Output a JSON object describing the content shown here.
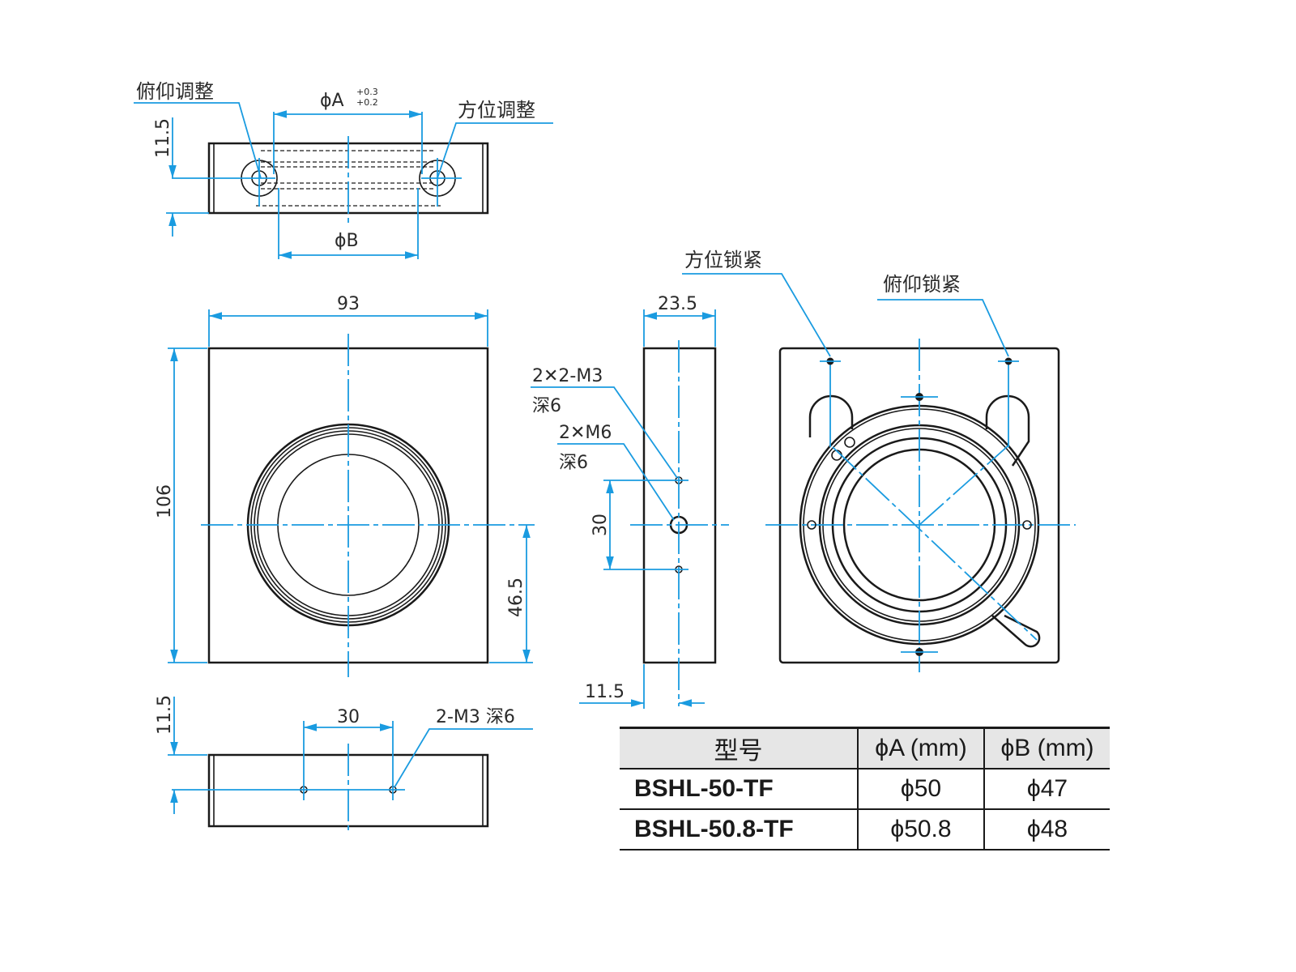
{
  "labels": {
    "pitch_adjust": "俯仰调整",
    "azimuth_adjust": "方位调整",
    "azimuth_lock": "方位锁紧",
    "pitch_lock": "俯仰锁紧",
    "phi_a": "ϕA",
    "phi_a_tol_upper": "+0.3",
    "phi_a_tol_lower": "+0.2",
    "phi_b": "ϕB",
    "m3_holes_line1": "2✕2-M3",
    "m3_holes_line2": "深6",
    "m6_holes_line1": "2✕M6",
    "m6_holes_line2": "深6",
    "bottom_holes": "2-M3 深6"
  },
  "dimensions": {
    "top_thickness": "11.5",
    "width": "93",
    "height": "106",
    "center_height": "46.5",
    "side_depth": "23.5",
    "side_hole_spacing": "30",
    "side_offset": "11.5",
    "bottom_thickness": "11.5",
    "bottom_hole_spacing": "30"
  },
  "table": {
    "headers": [
      "型号",
      "ϕA (mm)",
      "ϕB (mm)"
    ],
    "rows": [
      [
        "BSHL-50-TF",
        "ϕ50",
        "ϕ47"
      ],
      [
        "BSHL-50.8-TF",
        "ϕ50.8",
        "ϕ48"
      ]
    ]
  },
  "colors": {
    "dimension": "#1a9be0",
    "outline": "#1a1a1a",
    "header_bg": "#e6e6e6"
  }
}
